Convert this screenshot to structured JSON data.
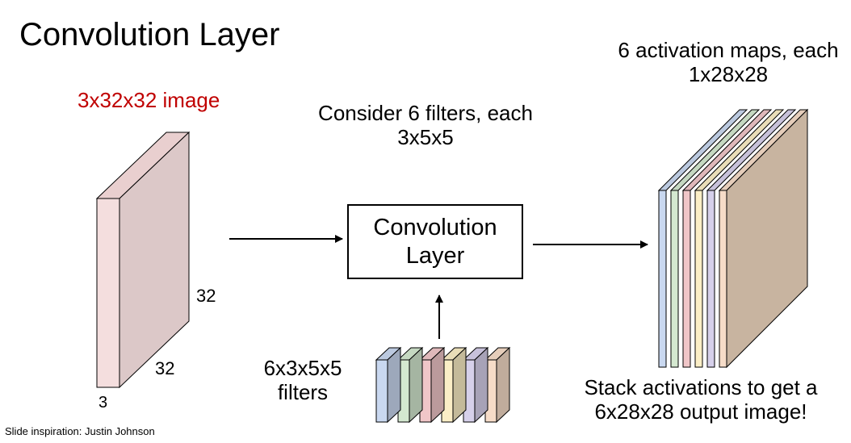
{
  "title": "Convolution Layer",
  "input_label": "3x32x32 image",
  "input_dims": {
    "height": "32",
    "width": "32",
    "depth": "3"
  },
  "filters_note": "Consider 6 filters, each 3x5x5",
  "conv_box": {
    "line1": "Convolution",
    "line2": "Layer"
  },
  "filters_shape": "6x3x5x5 filters",
  "output_label": "6 activation maps, each 1x28x28",
  "stack_note": "Stack activations to get a 6x28x28 output image!",
  "credit": "Slide inspiration: Justin Johnson",
  "colors": {
    "input_label": "#c00000",
    "input_front": "#f4dede",
    "input_side": "#dcc8c8",
    "filter_colors": [
      "#c9d8f0",
      "#d4e8d0",
      "#f0c6c8",
      "#fbeec6",
      "#d6d0ea",
      "#f6dcc8"
    ],
    "final_map": "#c8b4a0"
  }
}
